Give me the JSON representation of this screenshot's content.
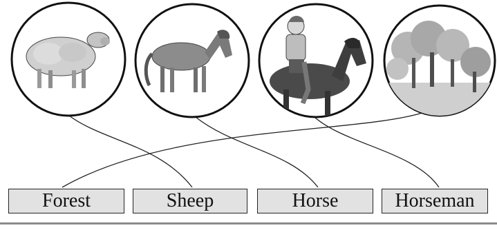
{
  "pictures": [
    {
      "id": "sheep",
      "icon": "sheep-picture"
    },
    {
      "id": "horse",
      "icon": "horse-picture"
    },
    {
      "id": "horseman",
      "icon": "horseman-picture"
    },
    {
      "id": "forest",
      "icon": "forest-picture"
    }
  ],
  "labels": [
    "Forest",
    "Sheep",
    "Horse",
    "Horseman"
  ],
  "matches": [
    {
      "picture": "sheep",
      "label": "Sheep"
    },
    {
      "picture": "horse",
      "label": "Horse"
    },
    {
      "picture": "horseman",
      "label": "Horseman"
    },
    {
      "picture": "forest",
      "label": "Forest"
    }
  ]
}
